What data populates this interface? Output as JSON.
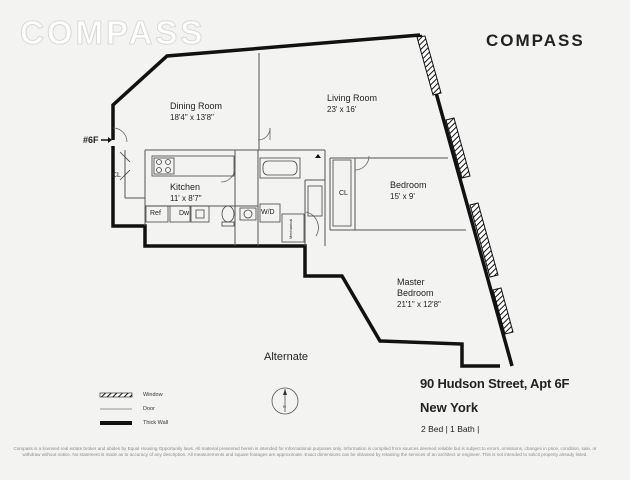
{
  "brand": {
    "watermark": "COMPASS",
    "logo": "COMPASS"
  },
  "unit_marker": "#6F",
  "rooms": {
    "dining": {
      "name": "Dining Room",
      "dim": "18'4\" x 13'8\""
    },
    "living": {
      "name": "Living Room",
      "dim": "23' x 16'"
    },
    "kitchen": {
      "name": "Kitchen",
      "dim": "11' x 8'7\""
    },
    "bedroom": {
      "name": "Bedroom",
      "dim": "15' x 9'"
    },
    "master": {
      "name1": "Master",
      "name2": "Bedroom",
      "dim": "21'1\" x 12'8\""
    }
  },
  "fixtures": {
    "closet": "CL",
    "ref": "Ref",
    "dw": "Dw",
    "wd": "W/D",
    "mech": "Mechanical"
  },
  "alternate": "Alternate",
  "listing": {
    "address": "90 Hudson Street, Apt 6F",
    "city": "New York",
    "beds_baths": "2 Bed | 1 Bath |"
  },
  "legend": {
    "window": "Window",
    "door": "Door",
    "thick_wall": "Thick Wall"
  },
  "compass_label": "N",
  "disclaimer": "Compass is a licensed real estate broker and abides by Equal Housing Opportunity laws. All material presented herein is intended for informational purposes only. Information is compiled from sources deemed reliable but is subject to errors, omissions, changes in price, condition, sale, or withdraw without notice. No statement is made as to accuracy of any description. All measurements and square footages are approximate. Exact dimensions can be obtained by retaining the services of an architect or engineer. This is not intended to solicit property already listed."
}
